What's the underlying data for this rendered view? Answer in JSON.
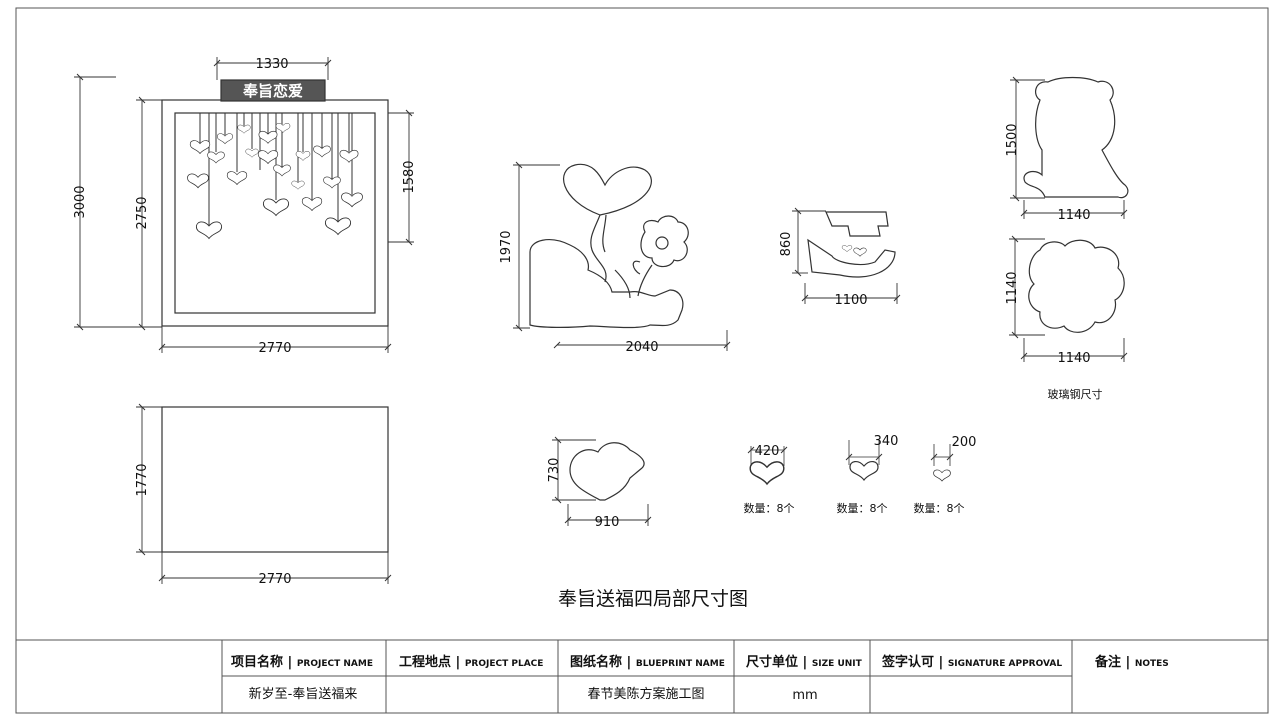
{
  "drawing_title": "奉旨送福四局部尺寸图",
  "sign_text": "奉旨恋爱",
  "dimensions": {
    "frame_total_height": "3000",
    "frame_inner_height": "2750",
    "sign_width": "1330",
    "hearts_drop": "1580",
    "frame_width": "2770",
    "panel_height": "1770",
    "panel_width": "2770",
    "balloon_height": "1970",
    "balloon_width": "2040",
    "ribbon_height": "860",
    "ribbon_width": "1100",
    "bear_height": "1500",
    "bear_width": "1140",
    "flower_height": "1140",
    "flower_width": "1140",
    "cloud_heart_height": "730",
    "cloud_heart_width": "910",
    "heart_large": "420",
    "heart_medium": "340",
    "heart_small": "200"
  },
  "notes": {
    "frp_label": "玻璃钢尺寸",
    "qty_large": "数量：8个",
    "qty_medium": "数量：8个",
    "qty_small": "数量：8个"
  },
  "title_block": {
    "headers": [
      {
        "cn": "项目名称",
        "en": "PROJECT NAME"
      },
      {
        "cn": "工程地点",
        "en": "PROJECT PLACE"
      },
      {
        "cn": "图纸名称",
        "en": "BLUEPRINT NAME"
      },
      {
        "cn": "尺寸单位",
        "en": "SIZE UNIT"
      },
      {
        "cn": "签字认可",
        "en": "SIGNATURE APPROVAL"
      },
      {
        "cn": "备注",
        "en": "NOTES"
      }
    ],
    "values": {
      "project_name": "新岁至-奉旨送福来",
      "project_place": "",
      "blueprint_name": "春节美陈方案施工图",
      "size_unit": "mm",
      "signature": ""
    }
  },
  "colors": {
    "line": "#333333",
    "paper": "#ffffff"
  }
}
